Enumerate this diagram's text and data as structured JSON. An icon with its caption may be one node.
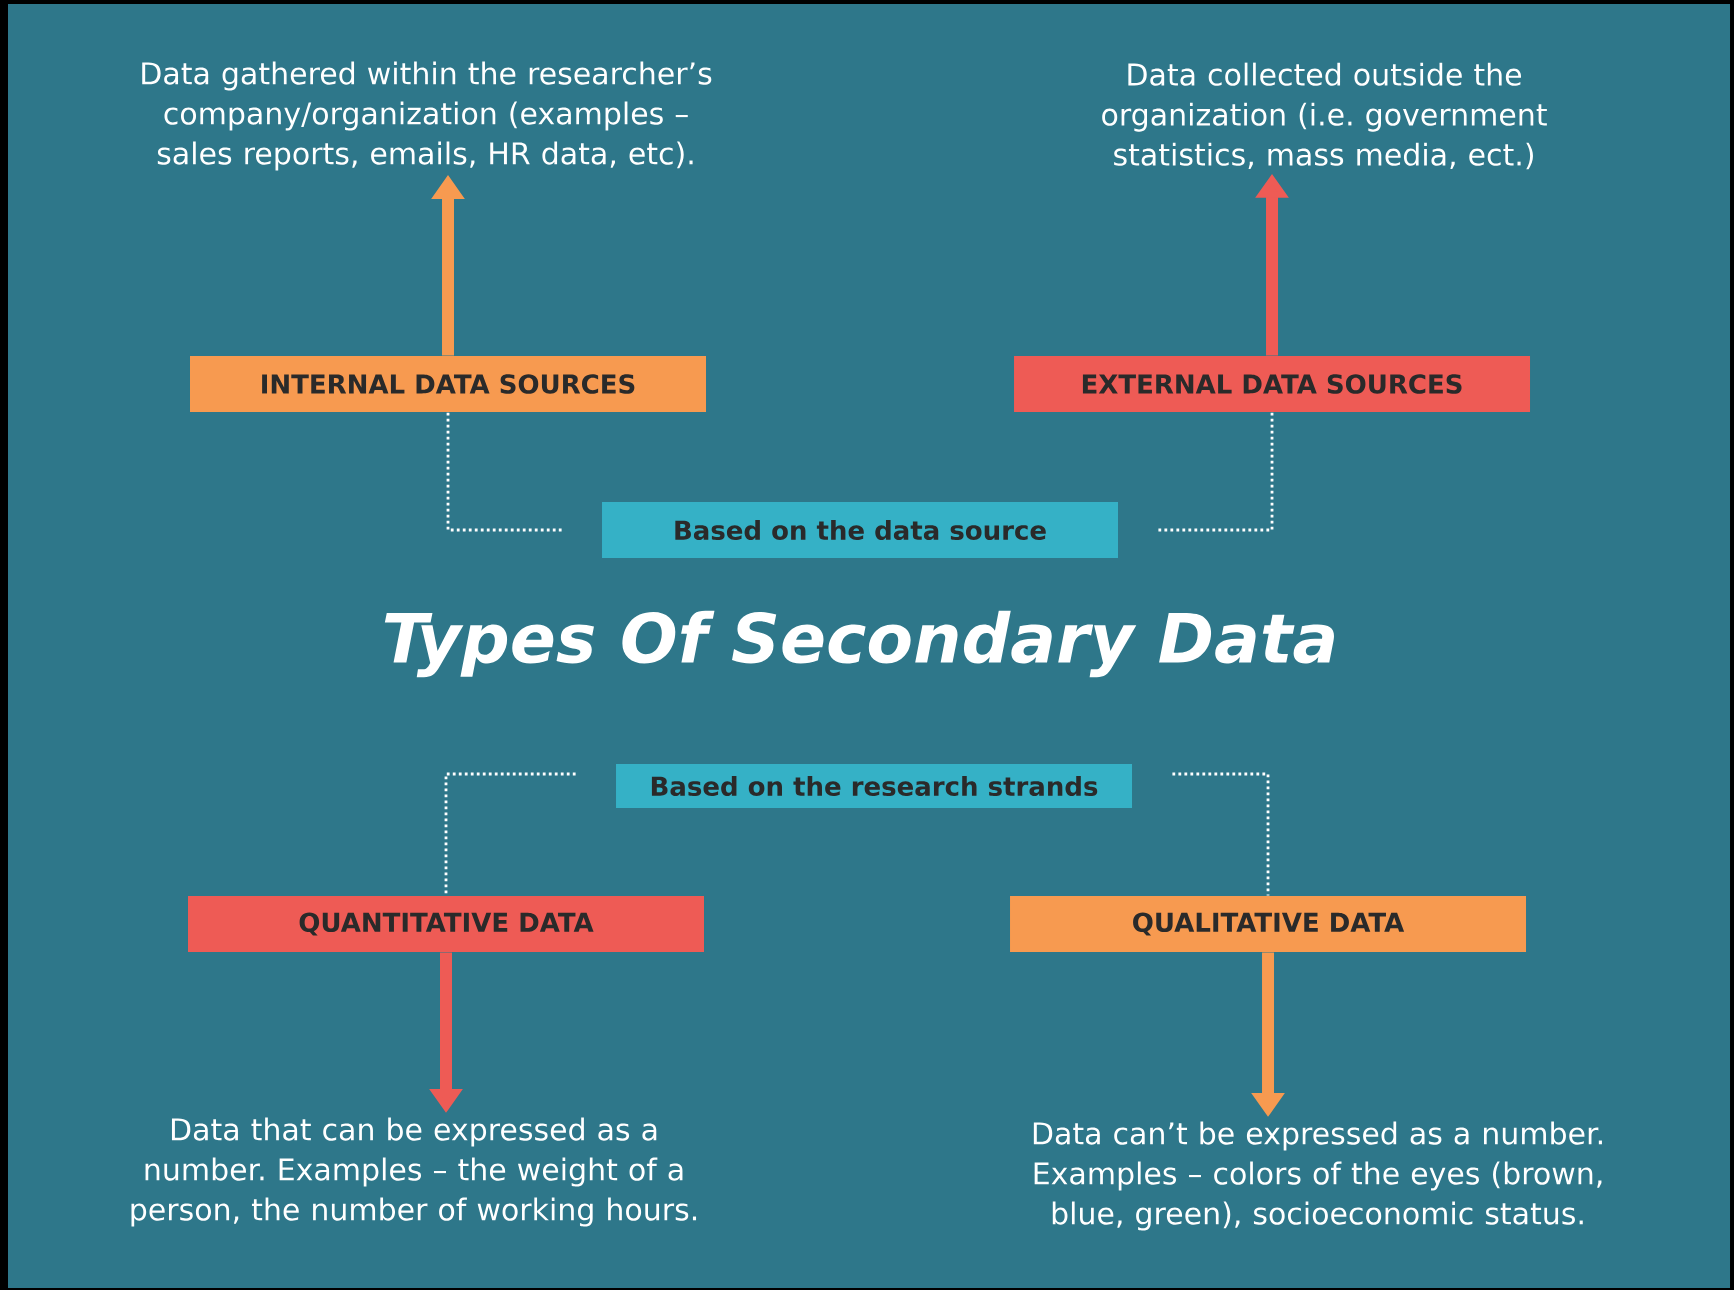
{
  "diagram": {
    "title": "Types Of Secondary Data",
    "nodes": [
      {
        "text": [
          "Data gathered within the researcher’s company/organization (examples – sales reports, emails, HR data, etc)."
        ]
      },
      {
        "text": [
          "INTERNAL DATA SOURCES"
        ]
      },
      {
        "text": [
          "Data collected outside the organization (i.e. government statistics, mass media, ect.)"
        ]
      },
      {
        "text": [
          "EXTERNAL DATA SOURCES"
        ]
      },
      {
        "text": [
          "Based on the data source"
        ]
      },
      {
        "text": [
          "Based on the research strands"
        ]
      },
      {
        "text": [
          "QUANTITATIVE DATA"
        ]
      },
      {
        "text": [
          "QUALITATIVE DATA"
        ]
      },
      {
        "text": [
          "Data that can be expressed as a number. Examples – the weight of a person, the number of working hours."
        ]
      },
      {
        "text": [
          "Data can’t be expressed as a number. Examples – colors of the eyes (brown, blue, green), socioeconomic status."
        ]
      }
    ],
    "edges": [
      {
        "from": 1,
        "to": 0,
        "arrow": "to",
        "style": "thick",
        "color": "#f79a50"
      },
      {
        "from": 3,
        "to": 2,
        "arrow": "to",
        "style": "thick",
        "color": "#ee5b55"
      },
      {
        "from": 4,
        "to": 1,
        "arrow": "none",
        "style": "dashed",
        "color": "#ffffff"
      },
      {
        "from": 4,
        "to": 3,
        "arrow": "none",
        "style": "dashed",
        "color": "#ffffff"
      },
      {
        "from": 5,
        "to": 6,
        "arrow": "none",
        "style": "dashed",
        "color": "#ffffff"
      },
      {
        "from": 5,
        "to": 7,
        "arrow": "none",
        "style": "dashed",
        "color": "#ffffff"
      },
      {
        "from": 6,
        "to": 8,
        "arrow": "to",
        "style": "thick",
        "color": "#ee5b55"
      },
      {
        "from": 7,
        "to": 9,
        "arrow": "to",
        "style": "thick",
        "color": "#f79a50"
      }
    ]
  }
}
